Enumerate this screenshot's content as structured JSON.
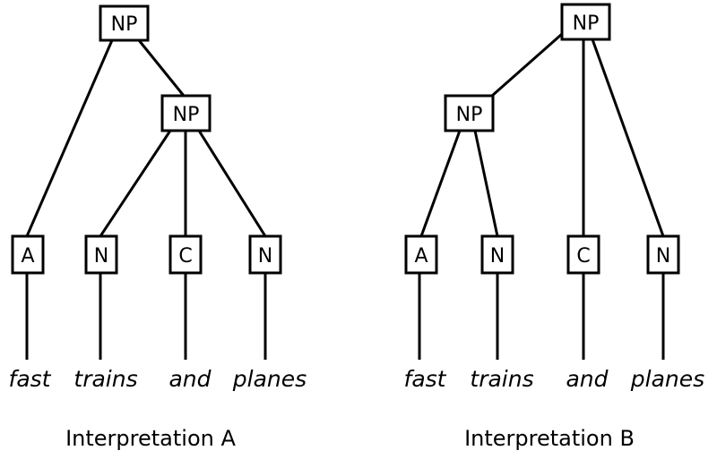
{
  "tree_a": {
    "caption": "Interpretation A",
    "nodes": {
      "root": "NP",
      "np": "NP",
      "a": "A",
      "n1": "N",
      "c": "C",
      "n2": "N"
    },
    "words": {
      "w1": "fast",
      "w2": "trains",
      "w3": "and",
      "w4": "planes"
    }
  },
  "tree_b": {
    "caption": "Interpretation B",
    "nodes": {
      "root": "NP",
      "np": "NP",
      "a": "A",
      "n1": "N",
      "c": "C",
      "n2": "N"
    },
    "words": {
      "w1": "fast",
      "w2": "trains",
      "w3": "and",
      "w4": "planes"
    }
  }
}
